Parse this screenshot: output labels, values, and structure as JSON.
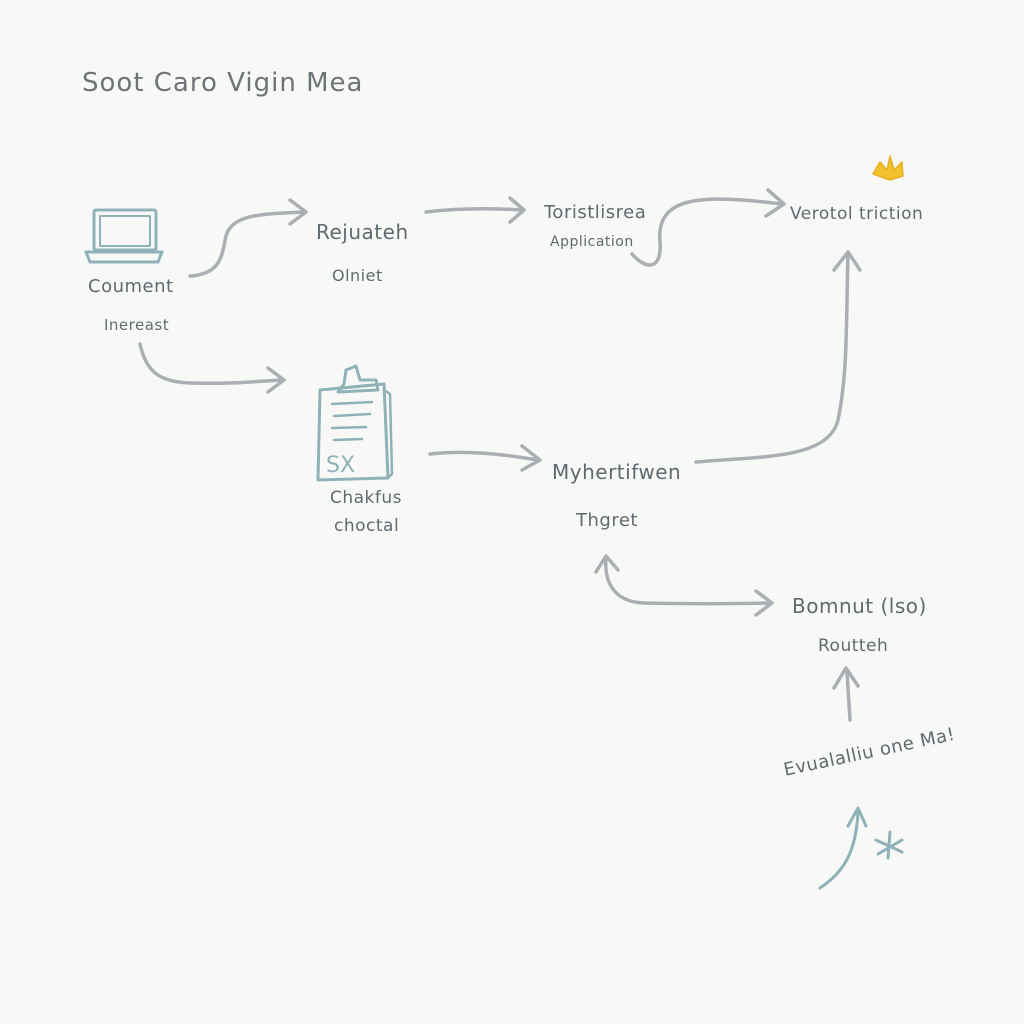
{
  "diagram": {
    "title": "Soot Caro Vigin Mea",
    "nodes": {
      "document": {
        "line1": "Coument",
        "line2": "Inereast"
      },
      "relateh": {
        "line1": "Rejuateh",
        "line2": "Olniet"
      },
      "tourist": {
        "line1": "Toristlisrea",
        "line2": "Application"
      },
      "vertical": {
        "line1": "Verotol triction"
      },
      "checklist": {
        "line1": "Chakfus",
        "line2": "choctal"
      },
      "middle": {
        "line1": "Myhertifwen",
        "line2": "Thgret"
      },
      "bomnut": {
        "line1": "Bomnut (lso)",
        "line2": "Routteh"
      },
      "evaluation": {
        "line1": "Evualalliu one Ma!"
      }
    },
    "colors": {
      "background": "#f8f9f7",
      "arrow": "#a9afb3",
      "icon": "#8fb2b8",
      "text": "#5f6a70",
      "star": "#f2c12e"
    },
    "icons": [
      "laptop-icon",
      "clipboard-icon",
      "star-icon",
      "sparkle-icon"
    ]
  }
}
